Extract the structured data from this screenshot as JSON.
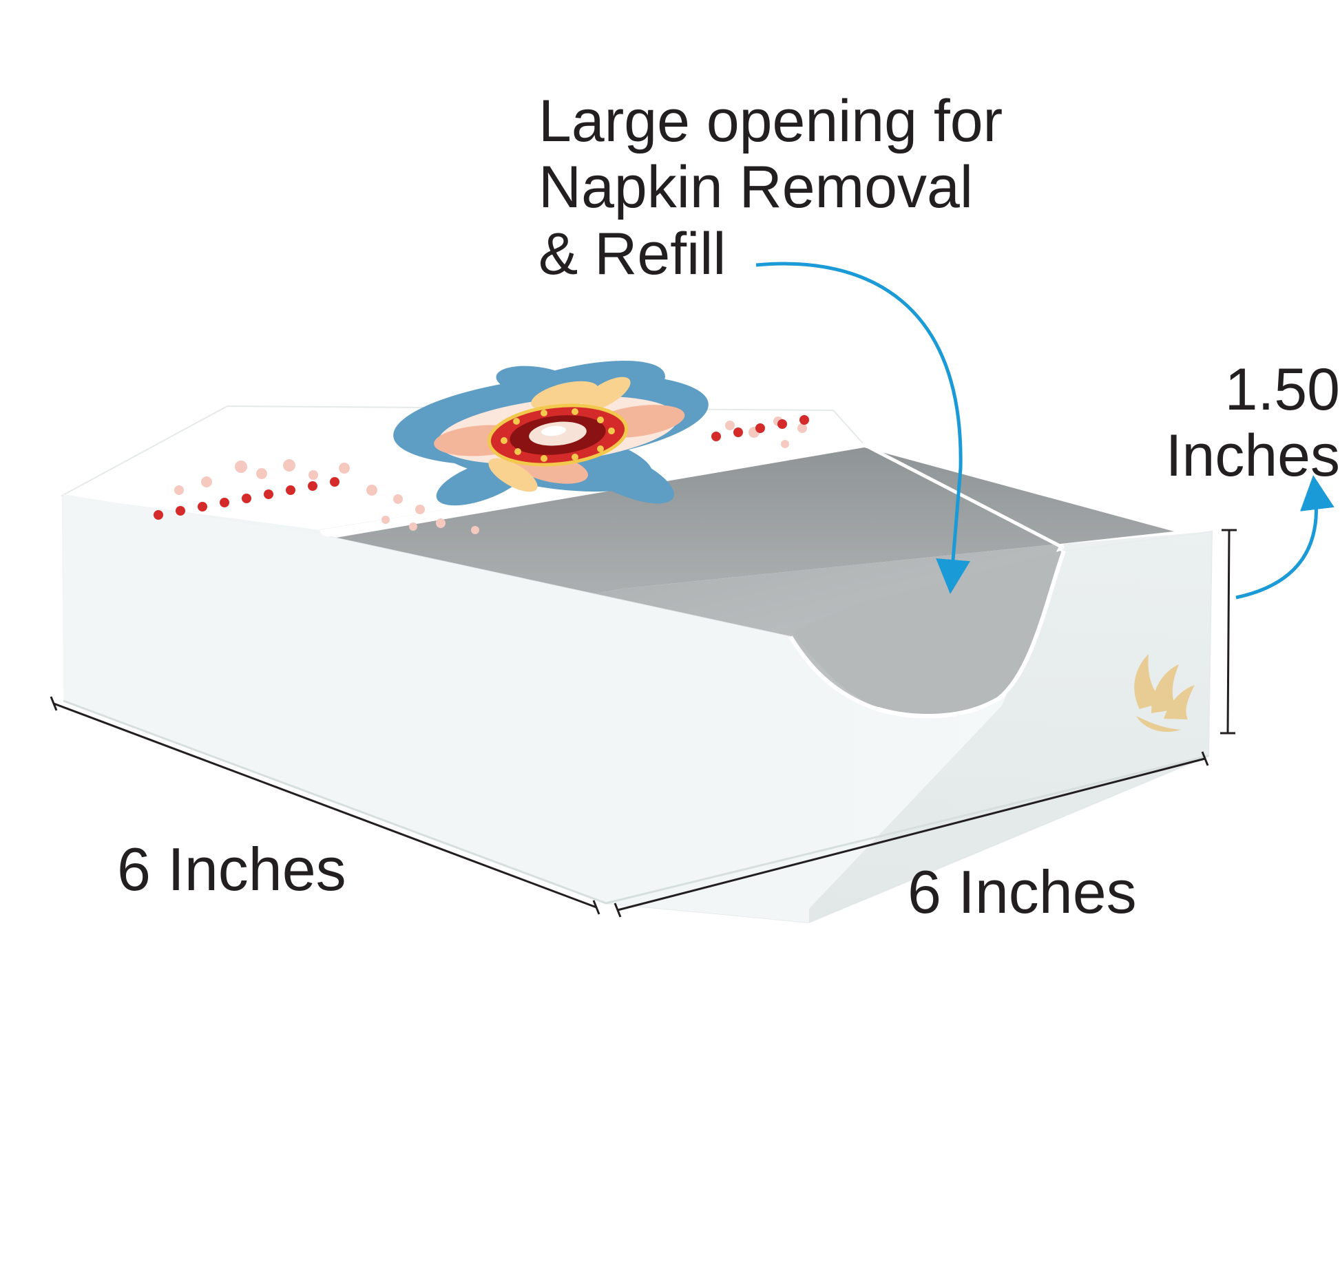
{
  "callout": {
    "line1": "Large opening for",
    "line2": "Napkin Removal",
    "line3": "& Refill"
  },
  "dimensions": {
    "height_value": "1.50",
    "height_unit": "Inches",
    "width_left": "6 Inches",
    "width_right": "6 Inches"
  },
  "colors": {
    "arrow": "#1a9ad6",
    "text": "#231f20",
    "box_white": "#f1f5f5",
    "box_inner": "#9fa3a4",
    "floral_blue": "#5f9ec4",
    "floral_red": "#d42a2a",
    "floral_peach": "#f4b69a",
    "logo_gold": "#e8c98a"
  }
}
